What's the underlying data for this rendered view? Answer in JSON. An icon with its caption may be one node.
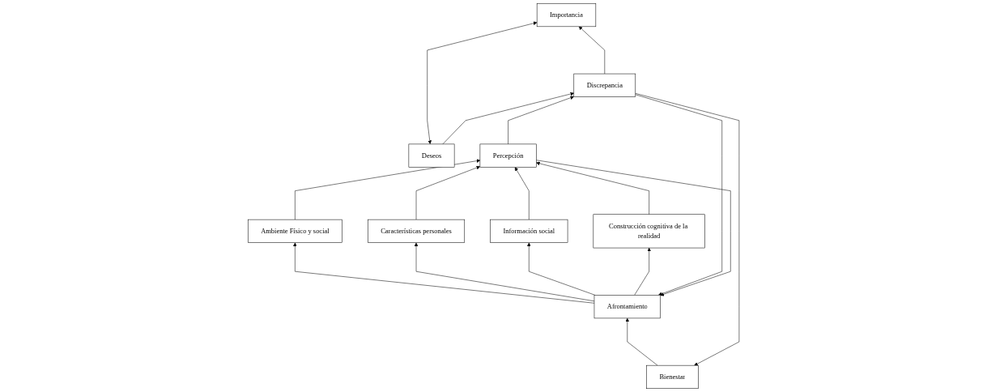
{
  "diagram": {
    "nodes": [
      {
        "text": [
          "Bienestar"
        ]
      },
      {
        "text": [
          "Importancia"
        ]
      },
      {
        "text": [
          "Afrontamiento"
        ]
      },
      {
        "text": [
          "Discrepancia"
        ]
      },
      {
        "text": [
          "Ambiente Físico y social"
        ]
      },
      {
        "text": [
          "Características personales"
        ]
      },
      {
        "text": [
          "Información social"
        ]
      },
      {
        "text": [
          "Construcción cognitiva de la realidad"
        ]
      },
      {
        "text": [
          "Deseos"
        ]
      },
      {
        "text": [
          "Percepción"
        ]
      }
    ],
    "edges": [
      {
        "from": 3,
        "to": 0,
        "arrow": "to"
      },
      {
        "from": 3,
        "to": 2,
        "arrow": "to"
      },
      {
        "from": 0,
        "to": 2,
        "arrow": "to"
      },
      {
        "from": 3,
        "to": 1,
        "arrow": "to"
      },
      {
        "from": 8,
        "to": 1,
        "arrow": "both"
      },
      {
        "from": 8,
        "to": 3,
        "arrow": "to"
      },
      {
        "from": 9,
        "to": 3,
        "arrow": "to"
      },
      {
        "from": 9,
        "to": 2,
        "arrow": "to"
      },
      {
        "from": 2,
        "to": 4,
        "arrow": "to"
      },
      {
        "from": 2,
        "to": 5,
        "arrow": "to"
      },
      {
        "from": 2,
        "to": 6,
        "arrow": "to"
      },
      {
        "from": 2,
        "to": 7,
        "arrow": "to"
      },
      {
        "from": 4,
        "to": 9,
        "arrow": "to"
      },
      {
        "from": 5,
        "to": 9,
        "arrow": "to"
      },
      {
        "from": 6,
        "to": 9,
        "arrow": "to"
      },
      {
        "from": 7,
        "to": 9,
        "arrow": "to"
      }
    ]
  }
}
